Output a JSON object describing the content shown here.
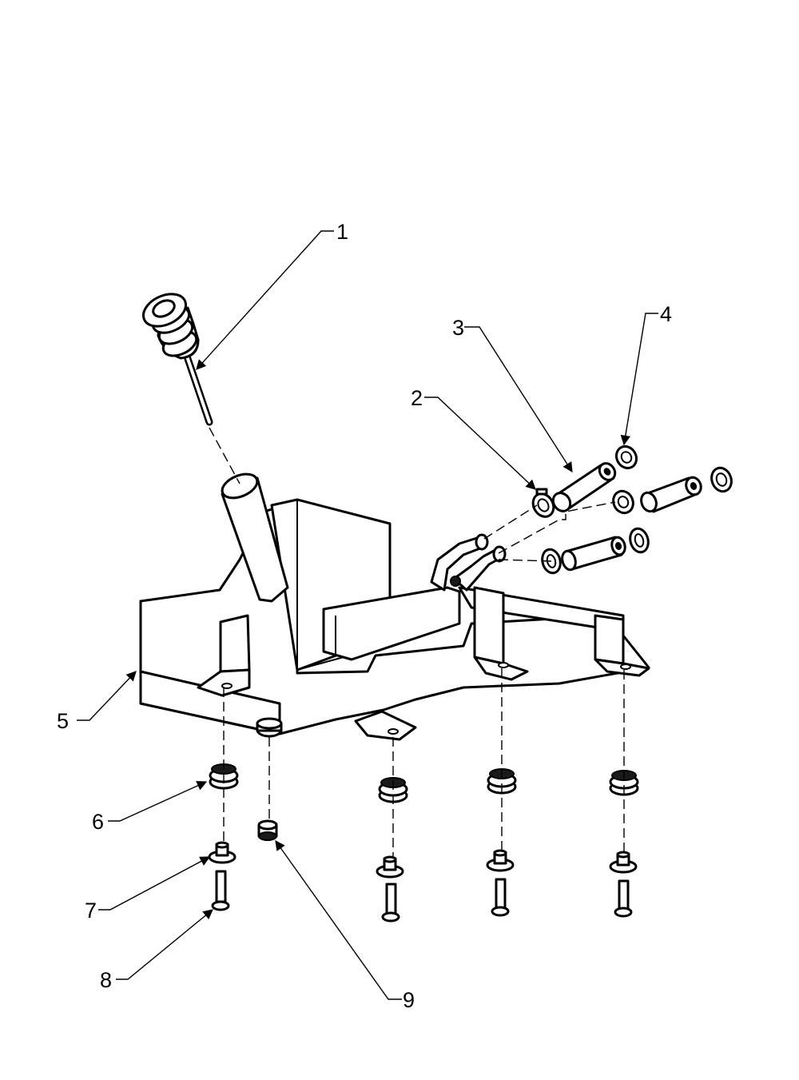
{
  "diagram": {
    "callouts": [
      {
        "id": "1",
        "label": "1"
      },
      {
        "id": "2",
        "label": "2"
      },
      {
        "id": "3",
        "label": "3"
      },
      {
        "id": "4",
        "label": "4"
      },
      {
        "id": "5",
        "label": "5"
      },
      {
        "id": "6",
        "label": "6"
      },
      {
        "id": "7",
        "label": "7"
      },
      {
        "id": "8",
        "label": "8"
      },
      {
        "id": "9",
        "label": "9"
      }
    ]
  },
  "colors": {
    "line": "#000000",
    "background": "#ffffff",
    "shade": "#1a1a1a"
  }
}
